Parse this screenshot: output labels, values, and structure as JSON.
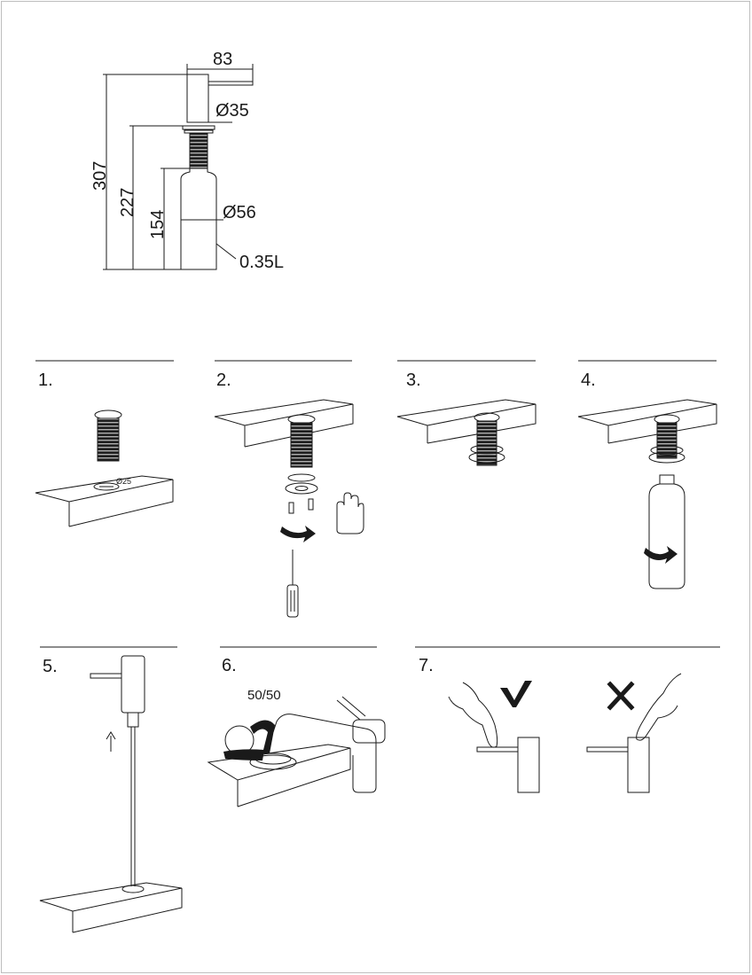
{
  "dimensions": {
    "spout_length": "83",
    "head_diameter": "Ø35",
    "total_height": "307",
    "mid_height": "227",
    "bottle_height": "154",
    "bottle_diameter": "Ø56",
    "bottle_volume": "0.35L"
  },
  "steps": [
    {
      "number": "1.",
      "hole_label": "Ø25"
    },
    {
      "number": "2."
    },
    {
      "number": "3."
    },
    {
      "number": "4."
    },
    {
      "number": "5."
    },
    {
      "number": "6.",
      "ratio_label": "50/50"
    },
    {
      "number": "7."
    }
  ],
  "colors": {
    "line": "#1a1a1a",
    "frame": "#bdbdbd",
    "thread": "#2a2a2a"
  }
}
